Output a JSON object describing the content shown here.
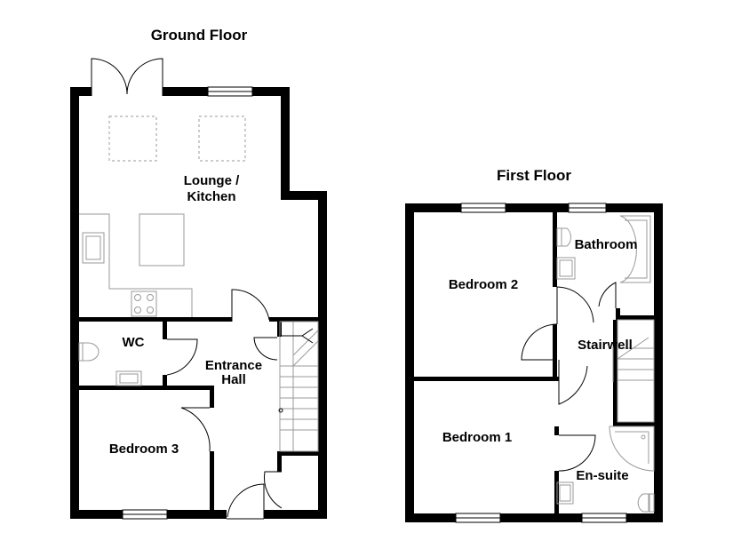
{
  "ground_floor": {
    "title": "Ground Floor",
    "rooms": {
      "lounge_kitchen": [
        "Lounge /",
        "Kitchen"
      ],
      "wc": "WC",
      "entrance_hall": [
        "Entrance",
        "Hall"
      ],
      "bedroom_3": "Bedroom 3"
    }
  },
  "first_floor": {
    "title": "First Floor",
    "rooms": {
      "bathroom": "Bathroom",
      "bedroom_2": "Bedroom 2",
      "stairwell": "Stairwell",
      "bedroom_1": "Bedroom 1",
      "en_suite": "En-suite"
    }
  }
}
